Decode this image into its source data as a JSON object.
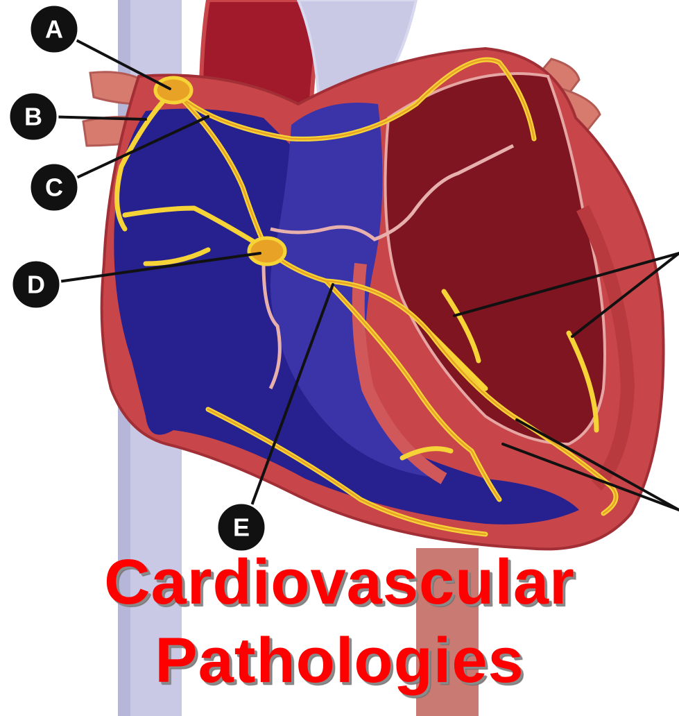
{
  "labels": {
    "a": "A",
    "b": "B",
    "c": "C",
    "d": "D",
    "e": "E"
  },
  "title": {
    "line1": "Cardiovascular",
    "line2": "Pathologies"
  },
  "colors": {
    "title": "#ff0000",
    "right_chambers": "#27218f",
    "left_chambers": "#7e1520",
    "myocardium": "#c8464a",
    "conduction": "#f6d437",
    "vessels": "#c9c9e6"
  }
}
